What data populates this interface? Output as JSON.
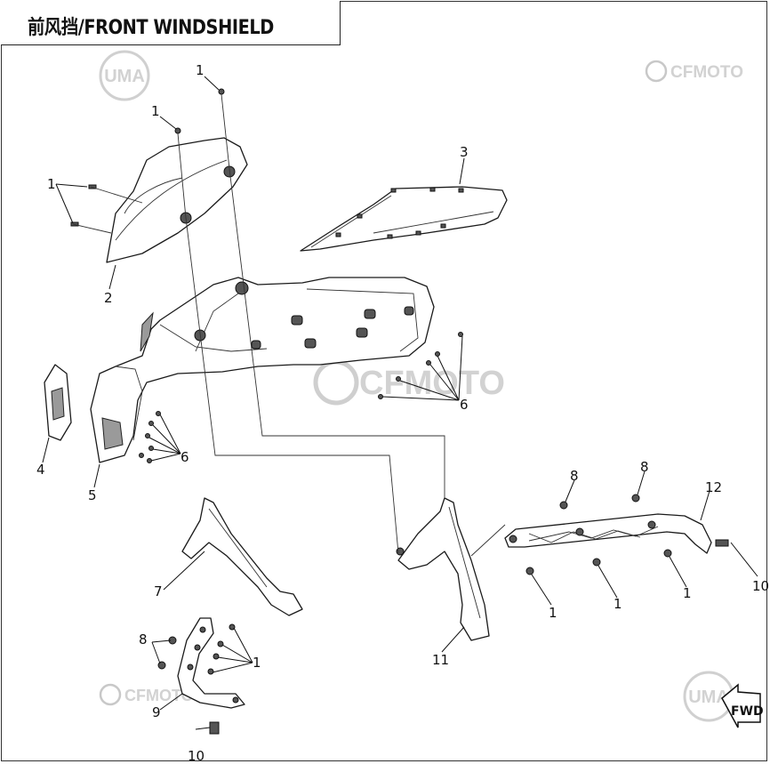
{
  "title": "前风挡/FRONT WINDSHIELD",
  "watermarks": {
    "uma": "UMA",
    "cfmoto": "CFMOTO"
  },
  "fwd_label": "FWD",
  "callouts": {
    "c1a": "1",
    "c1b": "1",
    "c1c": "1",
    "c2": "2",
    "c3": "3",
    "c4": "4",
    "c5": "5",
    "c6a": "6",
    "c6b": "6",
    "c7": "7",
    "c8a": "8",
    "c9": "9",
    "c10a": "10",
    "c11": "11",
    "c8b": "8",
    "c8c": "8",
    "c12": "12",
    "c10b": "10",
    "c1d": "1",
    "c1e": "1",
    "c1f": "1",
    "c1g": "1"
  },
  "colors": {
    "line": "#1a1a1a",
    "watermark": "#c8c8c8"
  }
}
